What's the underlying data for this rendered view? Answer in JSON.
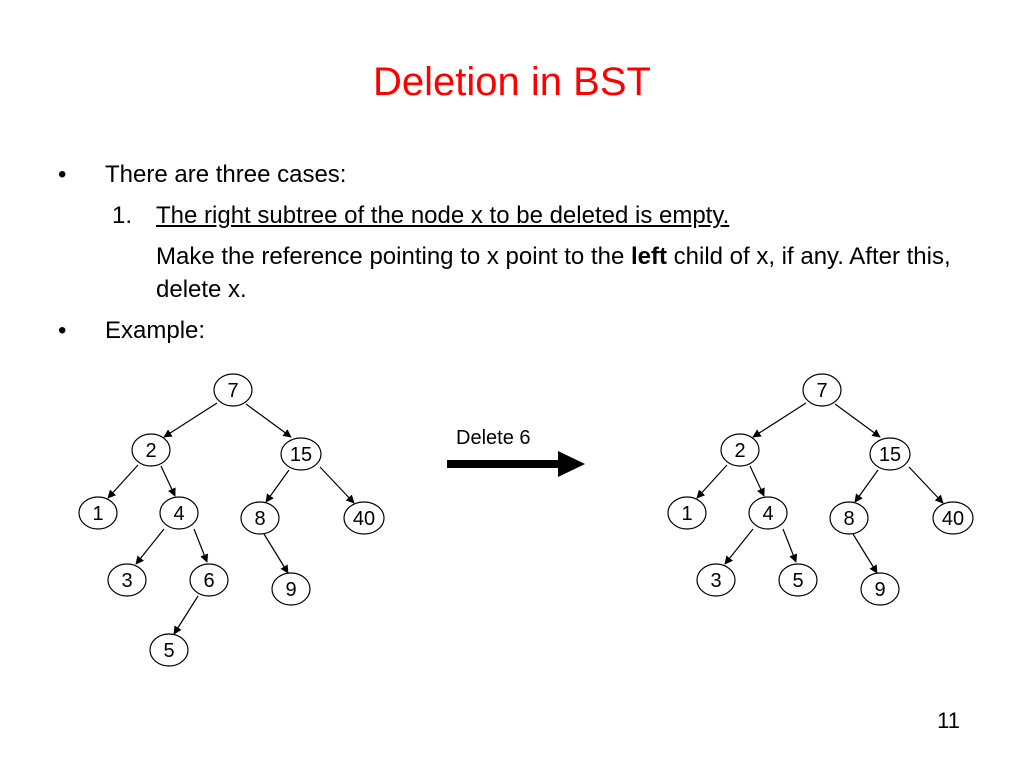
{
  "slide": {
    "title": "Deletion in BST",
    "bullets": [
      {
        "marker": "•",
        "text": "There are three cases:"
      },
      {
        "marker": "•",
        "text": "Example:"
      }
    ],
    "case1": {
      "number": "1.",
      "heading": "The right subtree of the node x to be deleted is empty.",
      "desc_before": "Make the reference pointing to x point to the ",
      "desc_bold": "left",
      "desc_after": " child of x, if any. After this, delete x."
    },
    "arrow_label": "Delete 6",
    "page_number": "11"
  },
  "trees": {
    "before": {
      "nodes": [
        "7",
        "2",
        "15",
        "1",
        "4",
        "8",
        "40",
        "3",
        "6",
        "9",
        "5"
      ]
    },
    "after": {
      "nodes": [
        "7",
        "2",
        "15",
        "1",
        "4",
        "8",
        "40",
        "3",
        "5",
        "9"
      ]
    }
  }
}
